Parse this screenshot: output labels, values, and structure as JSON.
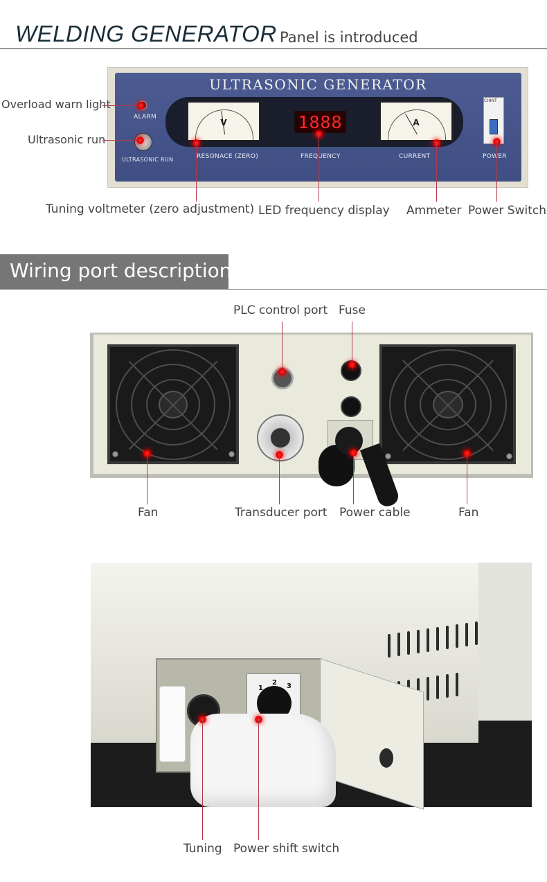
{
  "header": {
    "title": "WELDING GENERATOR",
    "subtitle": "Panel is introduced"
  },
  "front_panel": {
    "brand": "ULTRASONIC GENERATOR",
    "led_value": "1888",
    "voltmeter_unit": "V",
    "ammeter_unit": "A",
    "printed": {
      "alarm": "ALARM",
      "ultrasonic_run": "ULTRASONIC RUN",
      "resonace": "RESONACE (ZERO)",
      "frequency": "FREQUENCY",
      "current": "CURRENT",
      "power": "POWER",
      "breaker_brand": "CHINT"
    },
    "callouts": {
      "overload": "Overload warn light",
      "run": "Ultrasonic run",
      "voltmeter": "Tuning voltmeter (zero adjustment)",
      "led": "LED frequency display",
      "ammeter": "Ammeter",
      "power_switch": "Power Switch"
    }
  },
  "wiring": {
    "title": "Wiring port description",
    "callouts": {
      "plc": "PLC control port",
      "fuse": "Fuse",
      "fan_left": "Fan",
      "transducer": "Transducer port",
      "power_cable": "Power cable",
      "fan_right": "Fan"
    }
  },
  "side": {
    "dial_numbers": [
      "1",
      "2",
      "3"
    ],
    "callouts": {
      "tuning": "Tuning",
      "shift_switch": "Power shift switch"
    }
  },
  "colors": {
    "panel_blue": "#46568b",
    "callout_line": "#b4394a",
    "callout_dot": "#ff2020",
    "banner_grey": "#767676",
    "led_red": "#ff2a2a"
  }
}
